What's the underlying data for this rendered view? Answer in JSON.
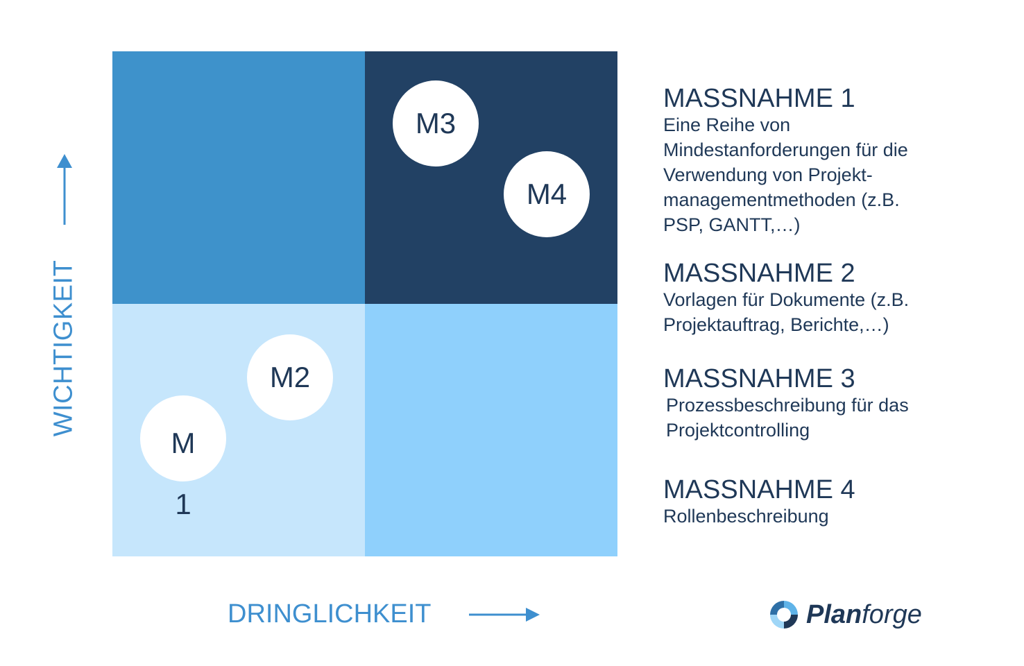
{
  "matrix": {
    "quadrant_colors": {
      "top_left": "#3e92cb",
      "top_right": "#224164",
      "bottom_left": "#c6e6fc",
      "bottom_right": "#8fd0fc"
    },
    "markers": {
      "m1_label": "M",
      "m1_sublabel": "1",
      "m2_label": "M2",
      "m3_label": "M3",
      "m4_label": "M4"
    }
  },
  "axes": {
    "y_label": "WICHTIGKEIT",
    "x_label": "DRINGLICHKEIT",
    "arrow_color": "#3e8fcf"
  },
  "legend": [
    {
      "title": "MASSNAHME 1",
      "lines": [
        "Eine Reihe von",
        "Mindestanforderungen für die",
        "Verwendung von Projekt-",
        "managementmethoden (z.B.",
        "PSP, GANTT,…)"
      ]
    },
    {
      "title": "MASSNAHME 2",
      "lines": [
        "Vorlagen für Dokumente (z.B.",
        "Projektauftrag, Berichte,…)"
      ]
    },
    {
      "title": "MASSNAHME 3",
      "lines": [
        "Prozessbeschreibung für das",
        "Projektcontrolling"
      ]
    },
    {
      "title": "MASSNAHME 4",
      "lines": [
        "Rollenbeschreibung"
      ]
    }
  ],
  "logo": {
    "name_bold": "Plan",
    "name_light": "forge",
    "icon": "planforge-logo-icon"
  }
}
